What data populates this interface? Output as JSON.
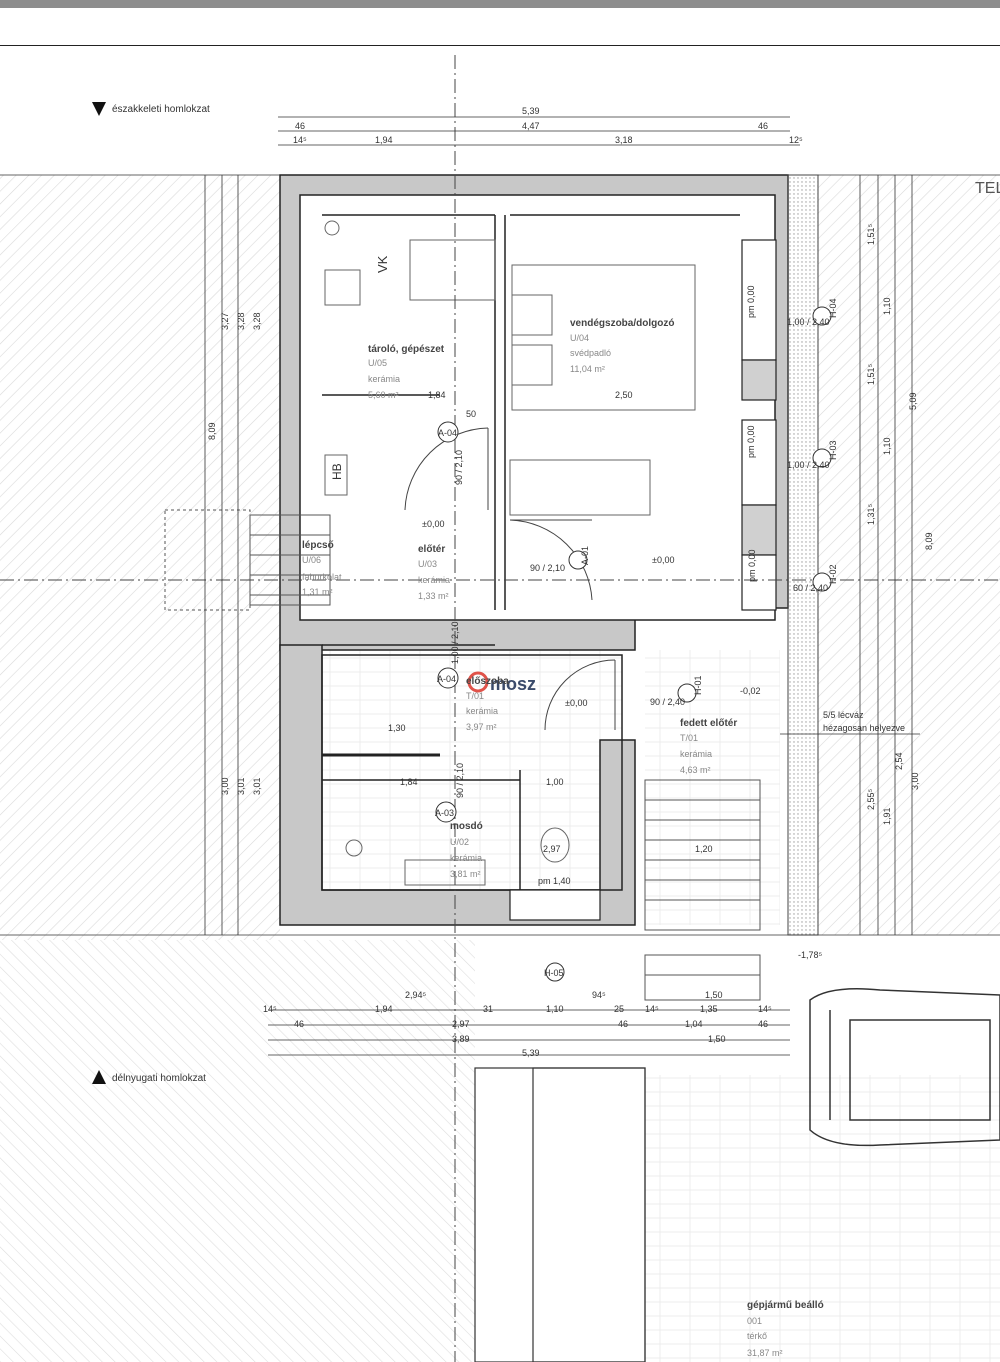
{
  "facades": {
    "north": "északkeleti homlokzat",
    "south": "délnyugati homlokzat"
  },
  "corner_label": "TEL",
  "watermark": "mosz",
  "note": {
    "line1": "5/5 lécváz",
    "line2": "hézagosan helyezve"
  },
  "rooms": [
    {
      "name": "tároló, gépészet",
      "code": "U/05",
      "floor": "kerámia",
      "area": "5,60 m²"
    },
    {
      "name": "vendégszoba/dolgozó",
      "code": "U/04",
      "floor": "svédpadló",
      "area": "11,04 m²"
    },
    {
      "name": "lépcső",
      "code": "U/06",
      "floor": "faburkolat",
      "area": "1,31 m²"
    },
    {
      "name": "előtér",
      "code": "U/03",
      "floor": "kerámia",
      "area": "1,33 m²"
    },
    {
      "name": "előszoba",
      "code": "T/01",
      "floor": "kerámia",
      "area": "3,97 m²"
    },
    {
      "name": "fedett előtér",
      "code": "T/01",
      "floor": "kerámia",
      "area": "4,63 m²"
    },
    {
      "name": "mosdó",
      "code": "U/02",
      "floor": "kerámia",
      "area": "3,81 m²"
    },
    {
      "name": "gépjármű beálló",
      "code": "001",
      "floor": "térkő",
      "area": "31,87 m²"
    }
  ],
  "door_tags": [
    "A-04",
    "A-01",
    "A-04",
    "A-03"
  ],
  "window_tags": [
    "H-04",
    "H-03",
    "H-02",
    "H-01",
    "H-05"
  ],
  "levels": [
    "±0,00",
    "±0,00",
    "±0,00",
    "-0,02",
    "-1,78⁵"
  ],
  "fixtures": {
    "vk": "VK",
    "hb": "HB"
  },
  "dims": {
    "top": [
      "5,39",
      "46",
      "4,47",
      "46",
      "14⁵",
      "1,94",
      "3,18",
      "12⁵"
    ],
    "bottom": [
      "14⁵",
      "1,94",
      "2,94⁵",
      "31",
      "1,10",
      "94⁵",
      "25",
      "14⁵",
      "1,50",
      "1,35",
      "14⁵",
      "46",
      "2,97",
      "46",
      "1,04",
      "46",
      "3,89",
      "1,50",
      "5,39"
    ],
    "left": [
      "3,27",
      "3,28",
      "3,28",
      "8,09",
      "3,00",
      "3,01",
      "3,01"
    ],
    "right": [
      "1,51⁵",
      "1,10",
      "1,51⁵",
      "1,10",
      "1,31⁵",
      "5,09",
      "8,09",
      "2,54",
      "3,00",
      "2,55⁵",
      "1,91"
    ],
    "inner": [
      "1,84",
      "2,50",
      "50",
      "1,30",
      "1,84",
      "1,00",
      "1,20",
      "2,97",
      "pm 1,40",
      "1,00 / 2,40",
      "1,00 / 2,40",
      "60 / 2,40",
      "90 / 2,40",
      "90 / 2,10",
      "90 / 2,10",
      "1,00 / 2,10",
      "90 / 2,10",
      "pm 0,00",
      "pm 0,00",
      "pm 0,00"
    ]
  }
}
